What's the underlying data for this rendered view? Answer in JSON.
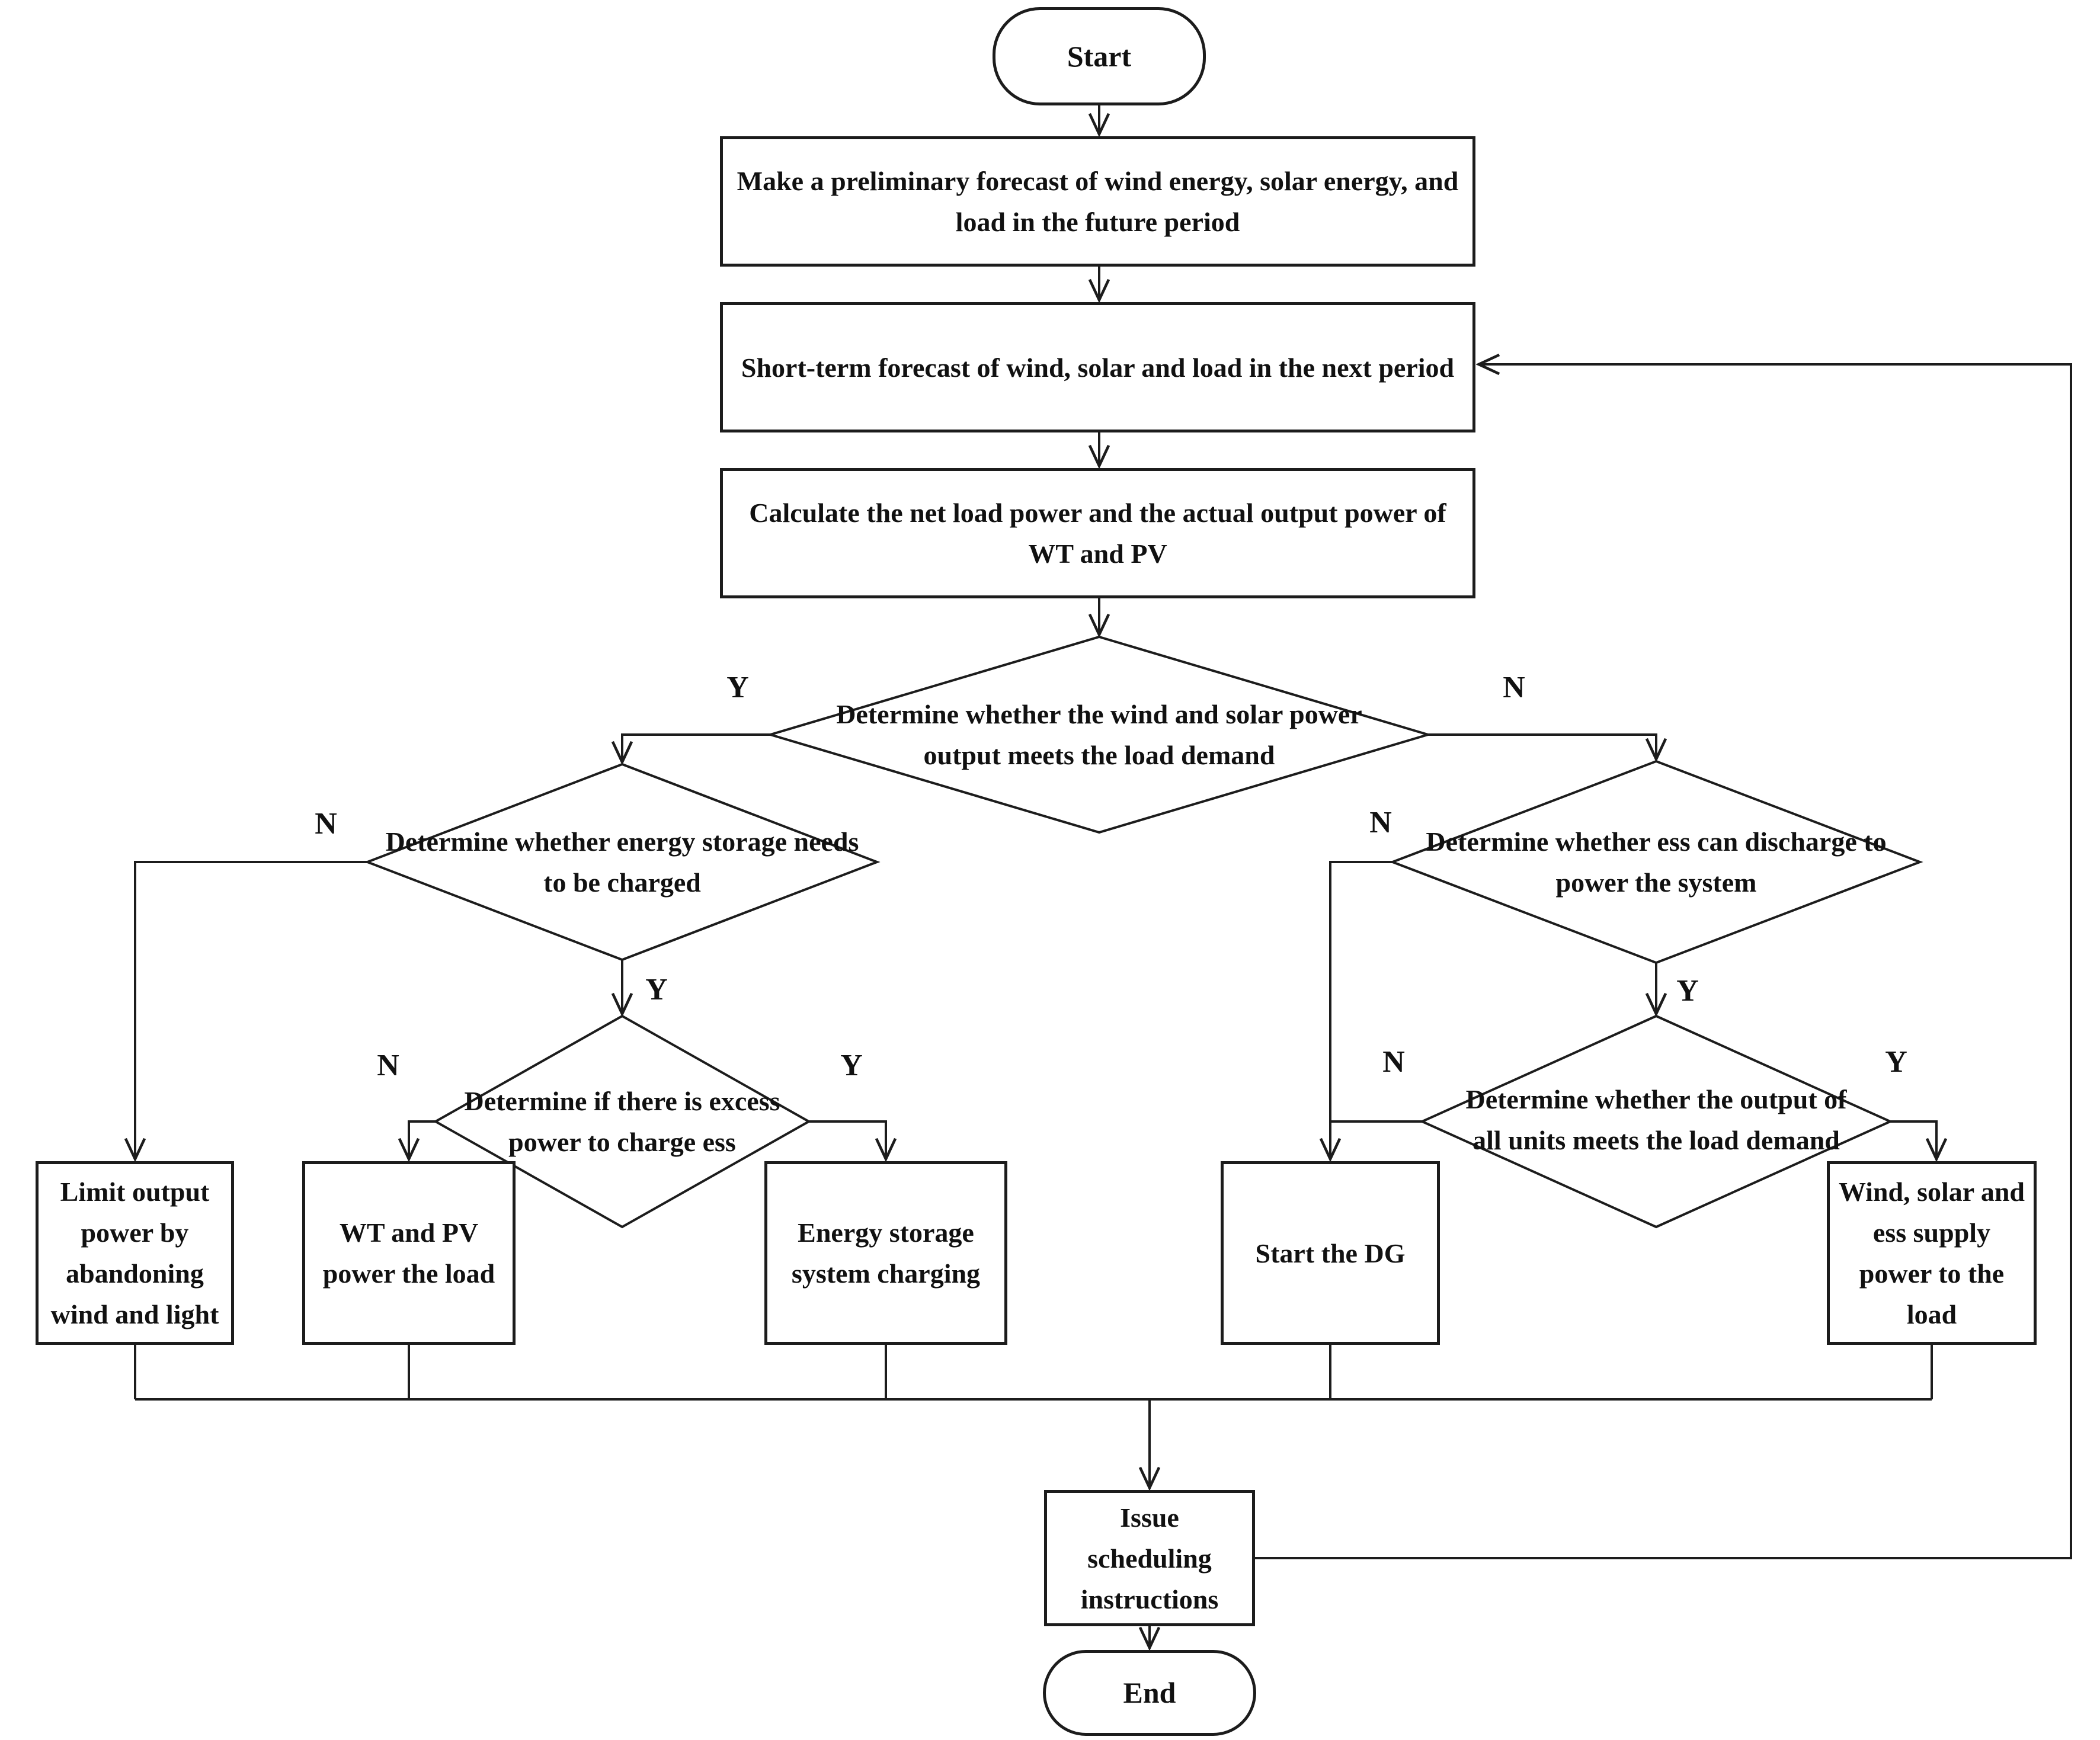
{
  "flowchart": {
    "nodes": {
      "start": "Start",
      "preliminary_forecast": "Make a preliminary forecast of wind energy, solar energy, and load in the future period",
      "short_term_forecast": "Short-term forecast of wind, solar and load in the next period",
      "calculate_net_load": "Calculate the net load power and the actual output power of WT and PV",
      "decision_wind_solar_meets_load": "Determine whether the wind and solar power output meets the load demand",
      "decision_storage_needs_charge": "Determine whether energy storage needs to be charged",
      "decision_excess_power": "Determine if there is excess power to charge ess",
      "decision_ess_discharge": "Determine whether ess can discharge to power the system",
      "decision_units_meet_load": "Determine whether the output of all units meets the load demand",
      "limit_output": "Limit output power by abandoning wind and light",
      "wt_pv_power_load": "WT and PV power the load",
      "ess_charging": "Energy storage system charging",
      "start_dg": "Start the DG",
      "wind_solar_ess_supply": "Wind, solar and ess supply power to the load",
      "issue_instructions": "Issue scheduling instructions",
      "end": "End"
    },
    "branch_labels": {
      "yes": "Y",
      "no": "N"
    },
    "colors": {
      "stroke": "#1c1c1c",
      "background": "#ffffff",
      "text": "#111111"
    }
  }
}
